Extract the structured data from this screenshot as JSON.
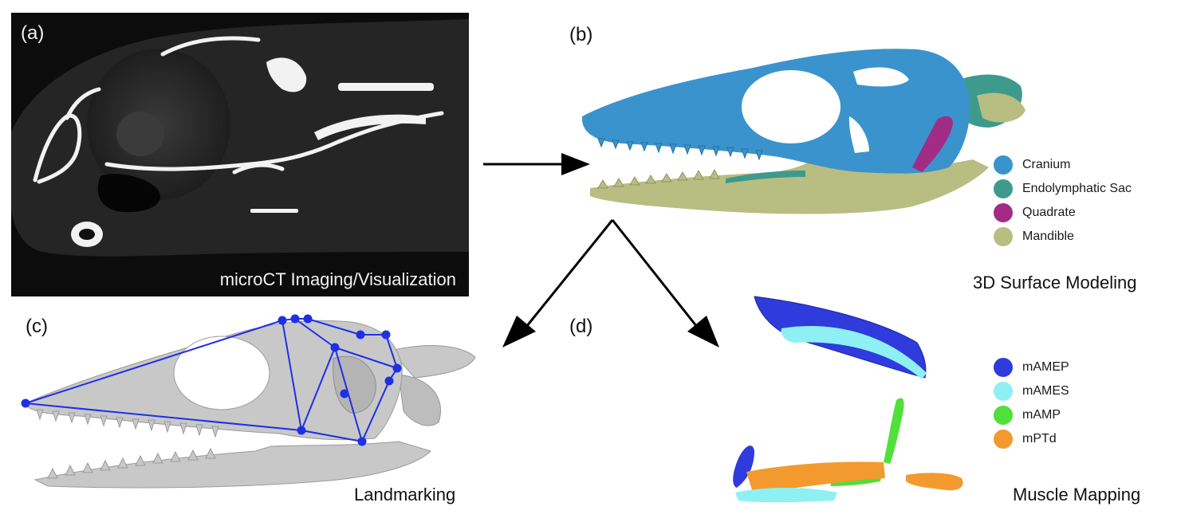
{
  "panels": {
    "a": {
      "letter": "(a)",
      "caption": "microCT Imaging/Visualization"
    },
    "b": {
      "letter": "(b)",
      "caption": "3D Surface Modeling"
    },
    "c": {
      "letter": "(c)",
      "caption": "Landmarking"
    },
    "d": {
      "letter": "(d)",
      "caption": "Muscle Mapping"
    }
  },
  "legend_b": [
    {
      "label": "Cranium",
      "color": "#3a93cc"
    },
    {
      "label": "Endolymphatic Sac",
      "color": "#3e9a8c"
    },
    {
      "label": "Quadrate",
      "color": "#a22b86"
    },
    {
      "label": "Mandible",
      "color": "#b8bd82"
    }
  ],
  "legend_d": [
    {
      "label": "mAMEP",
      "color": "#2f3bdc"
    },
    {
      "label": "mAMES",
      "color": "#8ef0f2"
    },
    {
      "label": "mAMP",
      "color": "#4fe03a"
    },
    {
      "label": "mPTd",
      "color": "#f29a2e"
    }
  ],
  "colors": {
    "landmark": "#1f2fe6",
    "skull_grey": "#c8c8c8",
    "arrow": "#000000"
  }
}
